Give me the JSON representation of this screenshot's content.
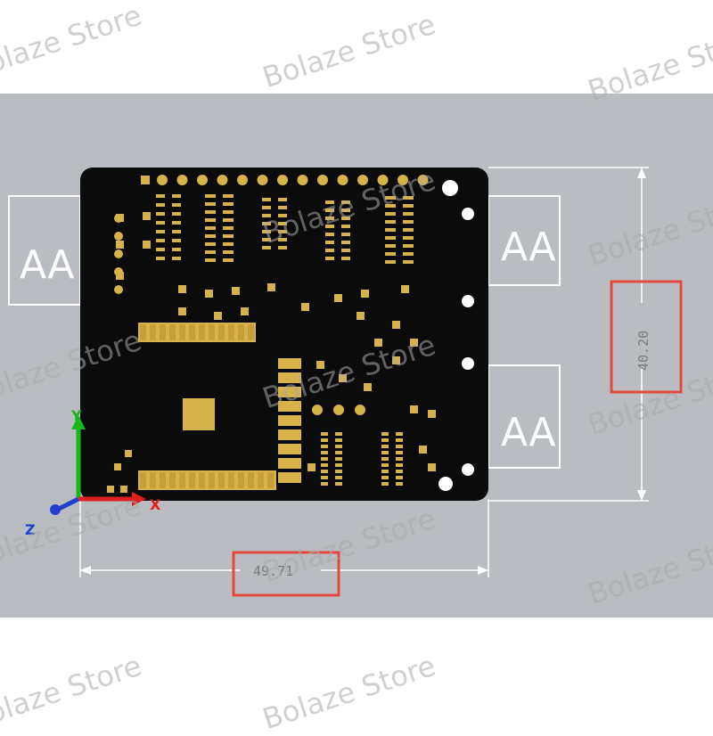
{
  "watermark": {
    "text": "Bolaze Store"
  },
  "dimensions": {
    "width_value": "49.71",
    "height_value": "40.20"
  },
  "axes": {
    "x_label": "X",
    "y_label": "Y",
    "z_label": "Z"
  },
  "usb_port_label": "AA",
  "colors": {
    "background": "#b9bdc1",
    "board": "#0b0b0b",
    "pad": "#d6b24a",
    "highlight": "#e2483f",
    "dimension_line": "#ffffff",
    "axis_x": "#e02020",
    "axis_y": "#19b819",
    "axis_z": "#2040d0"
  }
}
